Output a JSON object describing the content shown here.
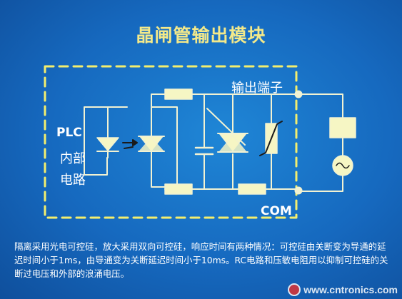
{
  "title": "晶闸管输出模块",
  "labels": {
    "plc": "PLC",
    "inner": "内部",
    "circuit": "电路",
    "output_terminal": "输出端子",
    "com": "COM"
  },
  "caption": "隔离采用光电可控硅，放大采用双向可控硅，响应时间有两种情况：可控硅由关断变为导通的延迟时间小于1ms，由导通变为关断延迟时间小于10ms。RC电路和压敏电阻用以抑制可控硅的关断过电压和外部的浪涌电压。",
  "watermark": "www.cntronics.com",
  "colors": {
    "background": "#1669bf",
    "title": "#f3e98a",
    "dashed_box": "#f3ee6e",
    "wire": "#f2f2d2",
    "component_fill": "#f6f6c4"
  }
}
